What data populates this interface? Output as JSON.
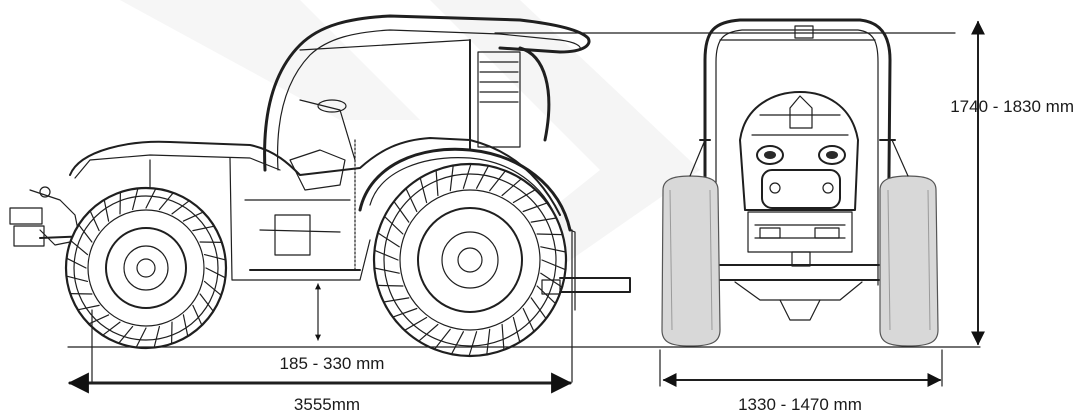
{
  "dimensions": {
    "ground_clearance": "185 - 330 mm",
    "overall_length": "3555mm",
    "overall_height": "1740 - 1830 mm",
    "track_width": "1330 - 1470 mm"
  },
  "colors": {
    "line": "#1f1f1f",
    "watermark": "#f2f2f2",
    "background": "#ffffff"
  }
}
